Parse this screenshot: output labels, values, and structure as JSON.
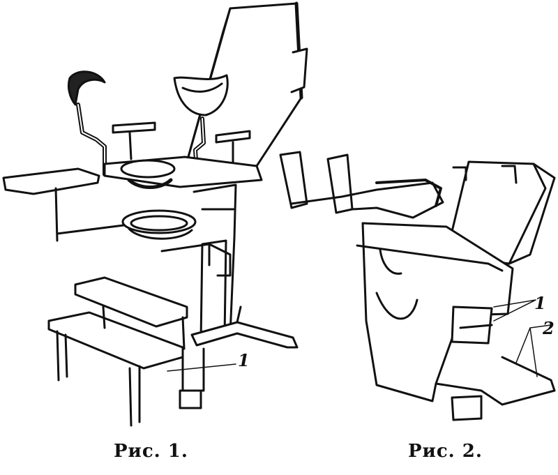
{
  "figures": [
    {
      "caption": "Рис.  1.",
      "callouts": [
        "1"
      ]
    },
    {
      "caption": "Рис.  2.",
      "callouts": [
        "1",
        "2"
      ]
    }
  ],
  "colors": {
    "ink": "#111111",
    "paper": "#ffffff"
  }
}
